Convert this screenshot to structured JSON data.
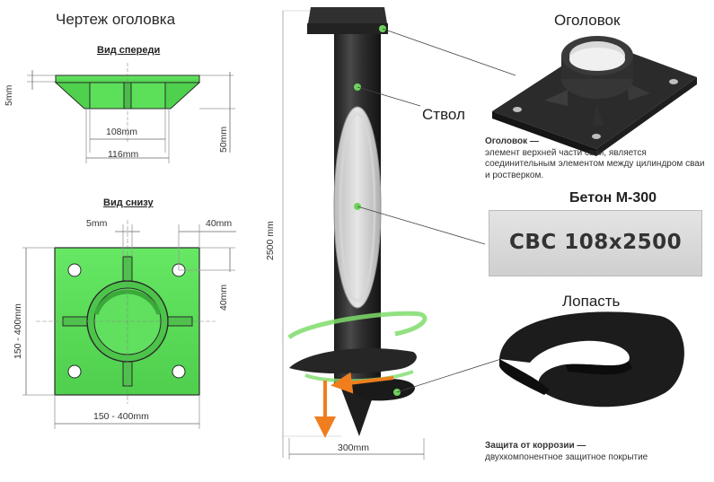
{
  "drawing": {
    "title": "Чертеж оголовка",
    "front_view": "Вид спереди",
    "bottom_view": "Вид снизу",
    "dims": {
      "front_5mm": "5mm",
      "front_108mm": "108mm",
      "front_116mm": "116mm",
      "front_50mm": "50mm",
      "bottom_5mm": "5mm",
      "bottom_40mm_top": "40mm",
      "bottom_40mm_side": "40mm",
      "bottom_150_400_side": "150 - 400mm",
      "bottom_150_400_bottom": "150 - 400mm"
    }
  },
  "pile": {
    "length_label": "2500 mm",
    "blade_width_label": "300mm",
    "shaft_label": "Ствол"
  },
  "head": {
    "label": "Оголовок",
    "note_bold": "Оголовок —",
    "note_text": "элемент верхней части сваи, является соединительным элементом между цилиндром сваи и ростверком."
  },
  "concrete": {
    "label": "Бетон  М-300",
    "product": "СВС 108х2500"
  },
  "blade": {
    "label": "Лопасть",
    "note_bold": "Защита от коррозии —",
    "note_text": "двухкомпонентное защитное покрытие"
  },
  "colors": {
    "green": "#5ce05a",
    "green_dark": "#2f9e2f",
    "steel": "#2b2b2b",
    "arrow_orange": "#f07d1e"
  }
}
